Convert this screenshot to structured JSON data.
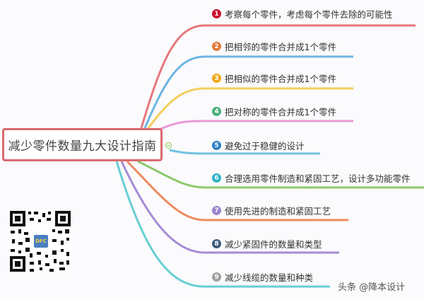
{
  "root": {
    "label": "减少零件数量九大设计指南",
    "border_color": "#d96a6f"
  },
  "branches": [
    {
      "num": "1",
      "label": "考察每个零件，考虑每个零件去除的可能性",
      "color": "#e5777b",
      "badge": "#c8102e"
    },
    {
      "num": "2",
      "label": "把相邻的零件合并成1个零件",
      "color": "#6cb5e3",
      "badge": "#e5793a"
    },
    {
      "num": "3",
      "label": "把相似的零件合并成1个零件",
      "color": "#f2cf5b",
      "badge": "#f0a818"
    },
    {
      "num": "4",
      "label": "把对称的零件合并成1个零件",
      "color": "#e89ad6",
      "badge": "#4caf7d"
    },
    {
      "num": "5",
      "label": "避免过于稳健的设计",
      "color": "#71c3e0",
      "badge": "#2f7fc4"
    },
    {
      "num": "6",
      "label": "合理选用零件制造和紧固工艺，设计多功能零件",
      "color": "#8cc96a",
      "badge": "#2fb3c8"
    },
    {
      "num": "7",
      "label": "使用先进的制造和紧固工艺",
      "color": "#ef8a5e",
      "badge": "#9c83c9"
    },
    {
      "num": "8",
      "label": "减少紧固件的数量和类型",
      "color": "#a58bd6",
      "badge": "#3b5a7a"
    },
    {
      "num": "9",
      "label": "减少线缆的数量和种类",
      "color": "#67cfd2",
      "badge": "#9e9e9e"
    }
  ],
  "qr": {
    "logo_text": "DFC"
  },
  "watermark": "头条 @降本设计"
}
